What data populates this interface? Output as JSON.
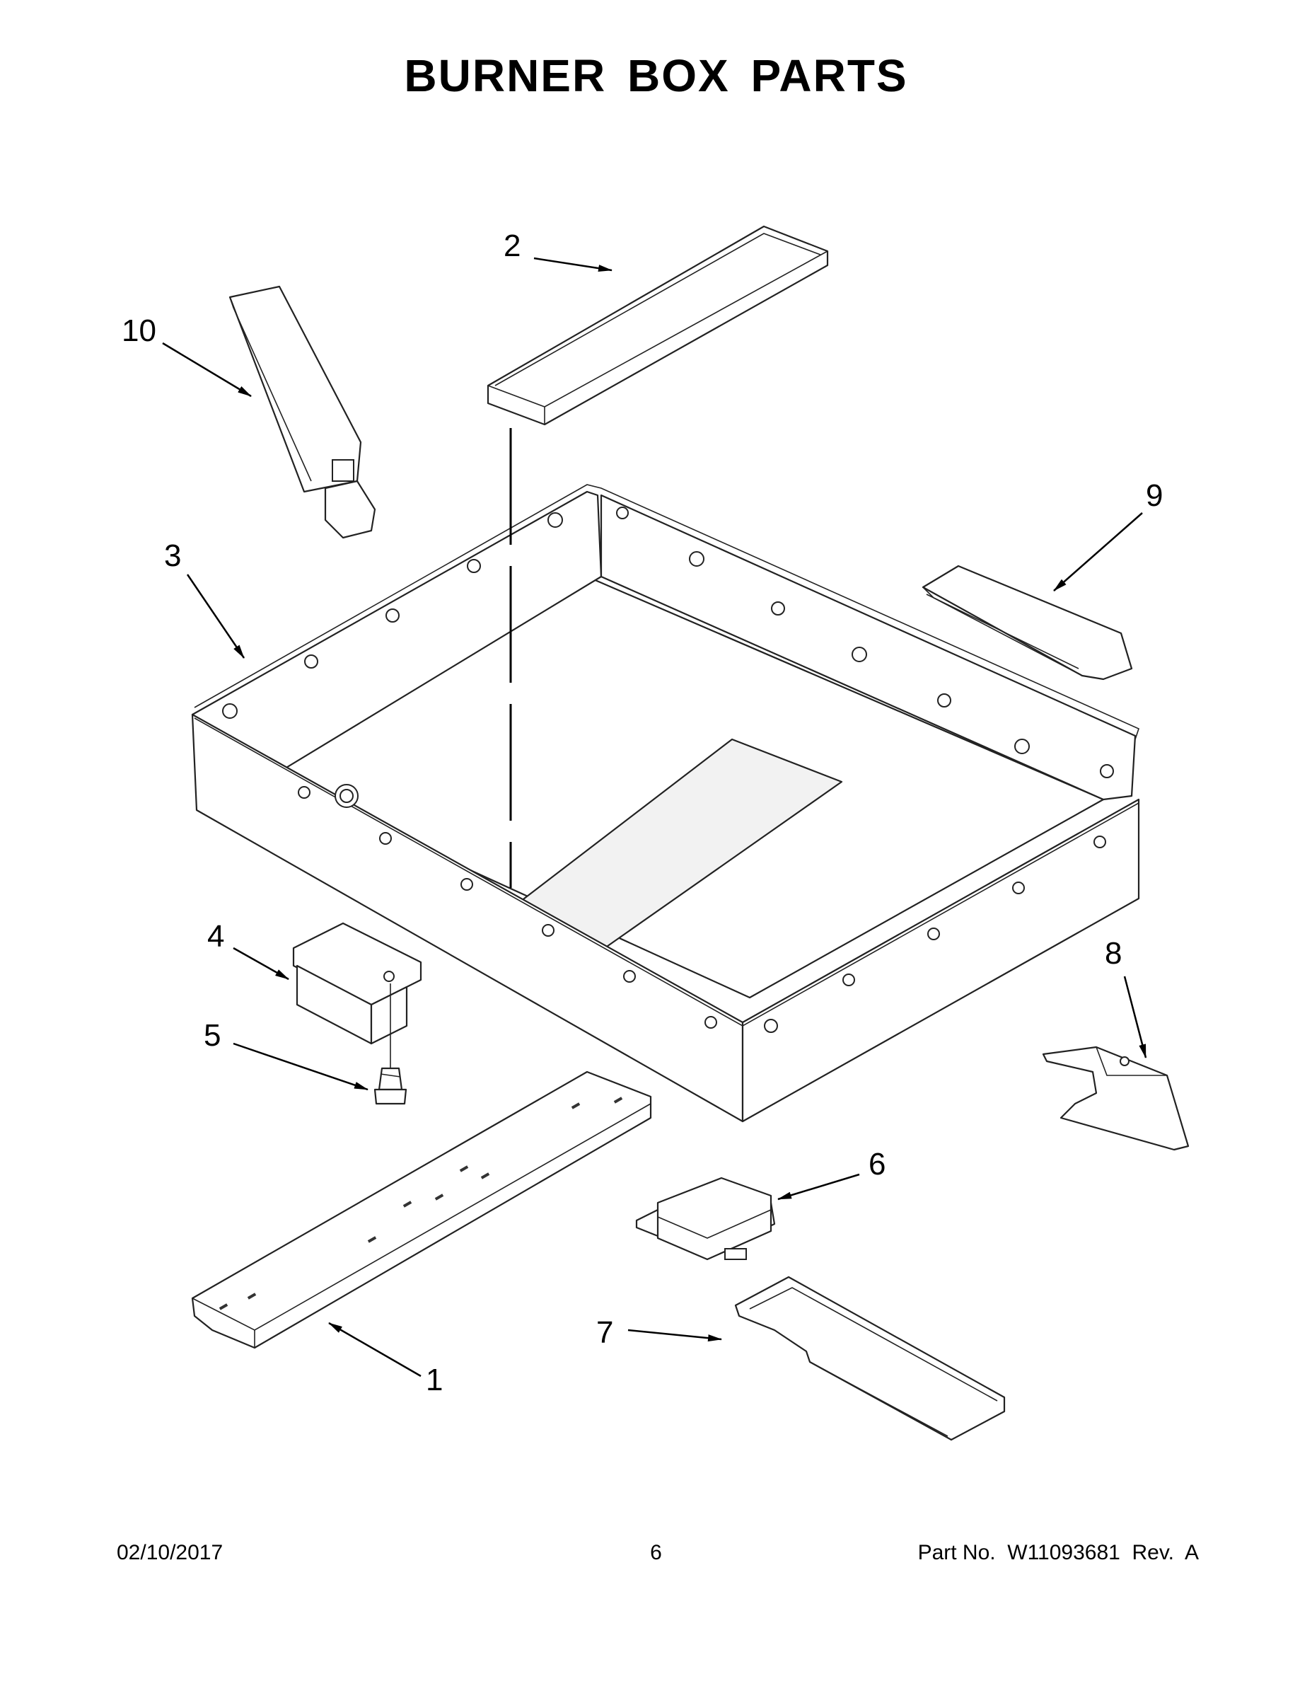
{
  "title": "BURNER BOX PARTS",
  "callouts": [
    "1",
    "2",
    "3",
    "4",
    "5",
    "6",
    "7",
    "8",
    "9",
    "10"
  ],
  "footer": {
    "date": "02/10/2017",
    "page": "6",
    "part_no": "Part No.  W11093681  Rev.  A"
  }
}
